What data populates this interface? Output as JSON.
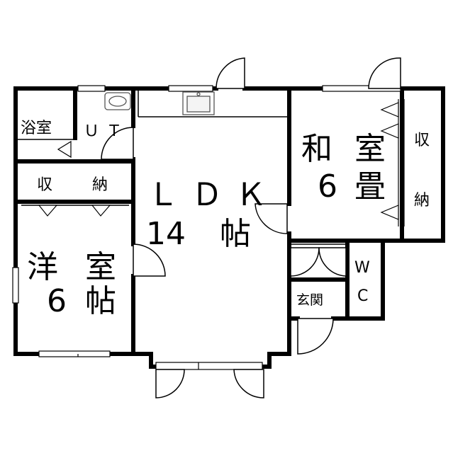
{
  "rooms": {
    "bath": "浴室",
    "utility": "ＵＴ",
    "storage_west": {
      "a": "収",
      "b": "納"
    },
    "ldk": {
      "name": "ＬＤＫ",
      "size": "14",
      "unit": "帖"
    },
    "washitsu": {
      "a": "和",
      "b": "室",
      "size": "6",
      "unit": "畳"
    },
    "storage_east": {
      "a": "収",
      "b": "納"
    },
    "youshitsu": {
      "a": "洋",
      "b": "室",
      "size": "6",
      "unit": "帖"
    },
    "wc": {
      "a": "W",
      "b": "C"
    },
    "entrance": "玄関"
  },
  "colors": {
    "wall": "#000000",
    "fixture": "#777777",
    "background": "#ffffff"
  }
}
